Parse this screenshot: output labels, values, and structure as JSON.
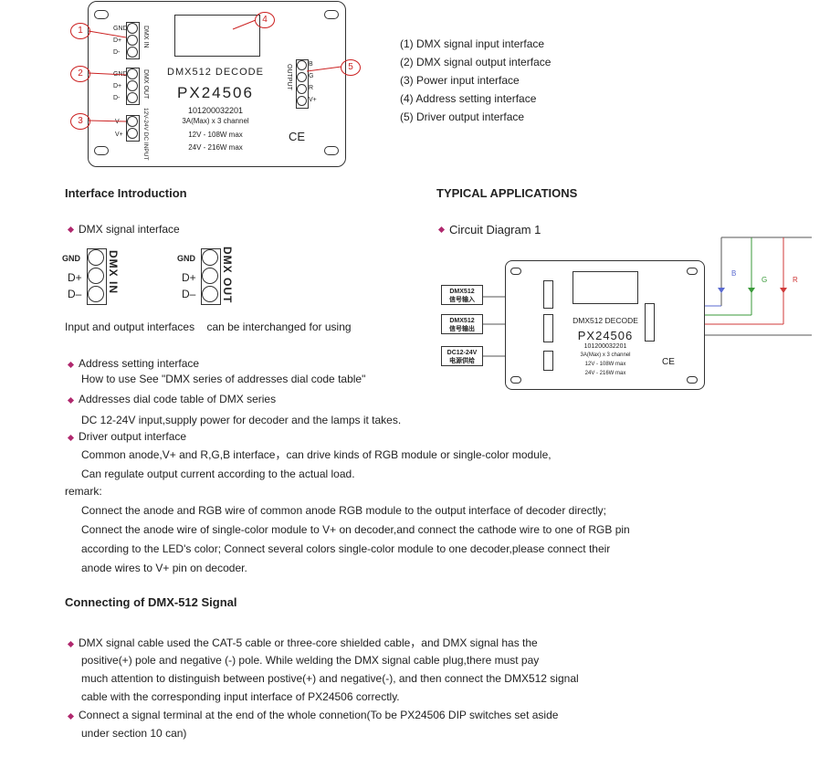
{
  "device": {
    "title": "DMX512 DECODE",
    "model": "PX24506",
    "serial": "101200032201",
    "rating": "3A(Max) x 3 channel",
    "power12": "12V - 108W max",
    "power24": "24V - 216W max",
    "ce": "CE",
    "dmx_in": "DMX IN",
    "dmx_out": "DMX OUT",
    "power_input": "12V-24V DC INPUT",
    "output": "OUTPUT",
    "gnd": "GND",
    "dplus": "D+",
    "dminus": "D-",
    "vminus": "V-",
    "vplus": "V+",
    "b": "B",
    "g": "G",
    "r": "R"
  },
  "callouts": [
    "1",
    "2",
    "3",
    "4",
    "5"
  ],
  "legend": [
    "(1) DMX signal input interface",
    "(2) DMX signal output interface",
    "(3) Power input interface",
    "(4) Address setting interface",
    "(5) Driver output interface"
  ],
  "sections": {
    "interface": "Interface Introduction",
    "typical": "TYPICAL APPLICATIONS",
    "connecting": "Connecting of DMX-512 Signal"
  },
  "dmx_signal": {
    "bullet": "DMX signal interface",
    "gnd": "GND",
    "dplus": "D+",
    "dminus": "D–",
    "in_label": "DMX IN",
    "out_label": "DMX OUT",
    "note": "Input and output interfaces    can be interchanged for using"
  },
  "circuit": {
    "bullet": "Circuit Diagram 1",
    "box1a": "DMX512",
    "box1b": "信号输入",
    "box2a": "DMX512",
    "box2b": "信号输出",
    "box3a": "DC12-24V",
    "box3b": "电源供给",
    "lb": "B",
    "lg": "G",
    "lr": "R"
  },
  "body": {
    "addr_bullet": "Address setting interface",
    "addr_text": "How to use See \"DMX series of addresses dial code table\"",
    "table_bullet": "Addresses dial code table of DMX series",
    "table_text": "DC 12-24V input,supply power for decoder and the lamps it takes.",
    "driver_bullet": "Driver output interface",
    "driver_text1": "Common anode,V+ and R,G,B interface，can drive kinds of RGB module or single-color module,",
    "driver_text2": "Can regulate output current according to the actual load.",
    "remark": "remark:",
    "remark1": "Connect the anode and RGB wire of common anode RGB module to the output interface of decoder directly;",
    "remark2": "Connect the anode wire of single-color module to V+ on decoder,and connect the cathode wire to one of RGB pin",
    "remark3": "according to the LED's color; Connect several colors single-color module to one decoder,please connect their",
    "remark4": "anode wires to V+ pin on decoder.",
    "conn1a": "DMX signal cable used the CAT-5 cable or three-core shielded cable，and DMX signal has the",
    "conn1b": "positive(+) pole and negative (-) pole. While welding the DMX signal  cable plug,there must pay",
    "conn1c": "much attention to distinguish between postive(+) and negative(-), and then connect the DMX512 signal",
    "conn1d": "cable with the corresponding input interface of PX24506 correctly.",
    "conn2a": "Connect a signal terminal at the end of the whole connetion(To be PX24506 DIP switches set aside",
    "conn2b": "under section 10 can)"
  },
  "colors": {
    "bullet": "#b0286e",
    "callout": "#cc2222",
    "wire_b": "#5a6ad0",
    "wire_g": "#3a9a3a",
    "wire_r": "#d03a3a"
  }
}
